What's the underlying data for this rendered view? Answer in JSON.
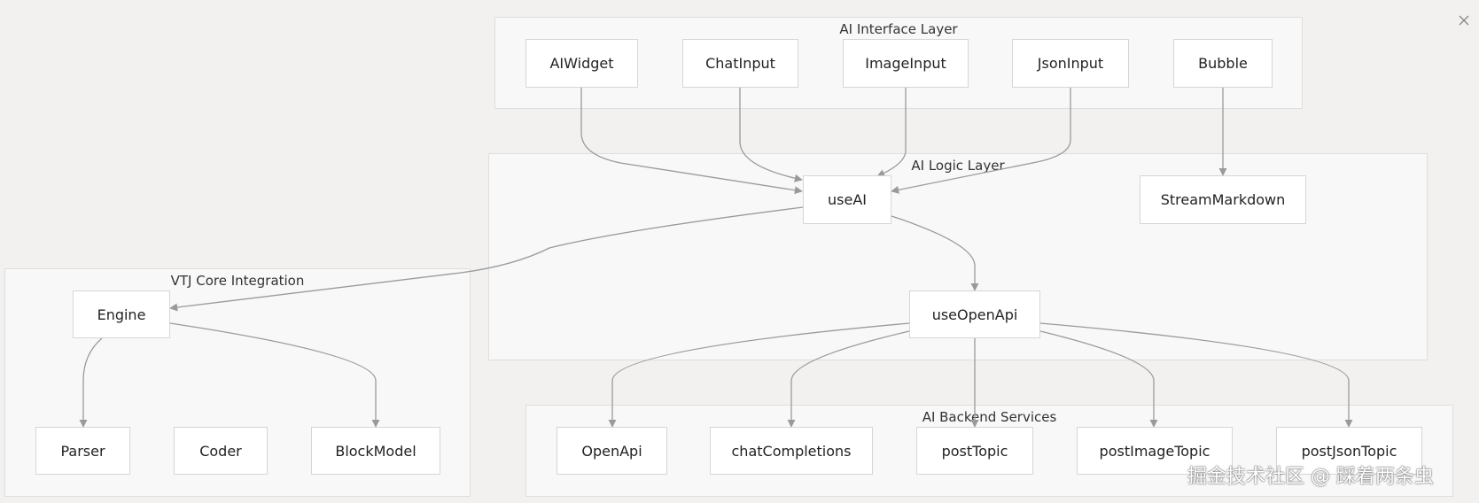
{
  "groups": {
    "interface": "AI Interface Layer",
    "logic": "AI Logic Layer",
    "core": "VTJ Core Integration",
    "backend": "AI Backend Services"
  },
  "nodes": {
    "aiwidget": "AIWidget",
    "chatinput": "ChatInput",
    "imageinput": "ImageInput",
    "jsoninput": "JsonInput",
    "bubble": "Bubble",
    "useai": "useAI",
    "streammarkdown": "StreamMarkdown",
    "useopenapi": "useOpenApi",
    "engine": "Engine",
    "parser": "Parser",
    "coder": "Coder",
    "blockmodel": "BlockModel",
    "openapi": "OpenApi",
    "chatcompletions": "chatCompletions",
    "posttopic": "postTopic",
    "postimagetopic": "postImageTopic",
    "postjsontopic": "postJsonTopic"
  },
  "edges": [
    [
      "aiwidget",
      "useai"
    ],
    [
      "chatinput",
      "useai"
    ],
    [
      "imageinput",
      "useai"
    ],
    [
      "jsoninput",
      "useai"
    ],
    [
      "bubble",
      "streammarkdown"
    ],
    [
      "useai",
      "engine"
    ],
    [
      "useai",
      "useopenapi"
    ],
    [
      "engine",
      "parser"
    ],
    [
      "engine",
      "blockmodel"
    ],
    [
      "useopenapi",
      "openapi"
    ],
    [
      "useopenapi",
      "chatcompletions"
    ],
    [
      "useopenapi",
      "posttopic"
    ],
    [
      "useopenapi",
      "postimagetopic"
    ],
    [
      "useopenapi",
      "postjsontopic"
    ]
  ],
  "watermark": "掘金技术社区 @ 踩着两条虫",
  "icons": {
    "close": "close-icon"
  }
}
